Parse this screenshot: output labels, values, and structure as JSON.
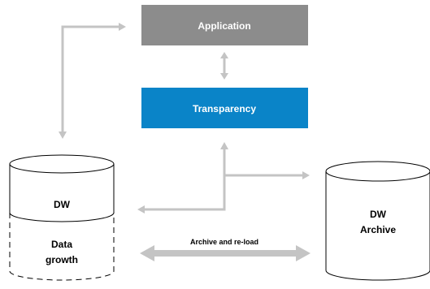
{
  "nodes": {
    "application": {
      "label": "Application"
    },
    "transparency": {
      "label": "Transparency"
    },
    "dw": {
      "label": "DW",
      "growth_line1": "Data",
      "growth_line2": "growth"
    },
    "archive": {
      "line1": "DW",
      "line2": "Archive"
    }
  },
  "edges": {
    "archive_reload": {
      "label": "Archive and re-load"
    }
  },
  "colors": {
    "application_fill": "#8c8c8c",
    "transparency_fill": "#0a84c8",
    "connector": "#c4c4c4",
    "outline": "#000000"
  }
}
